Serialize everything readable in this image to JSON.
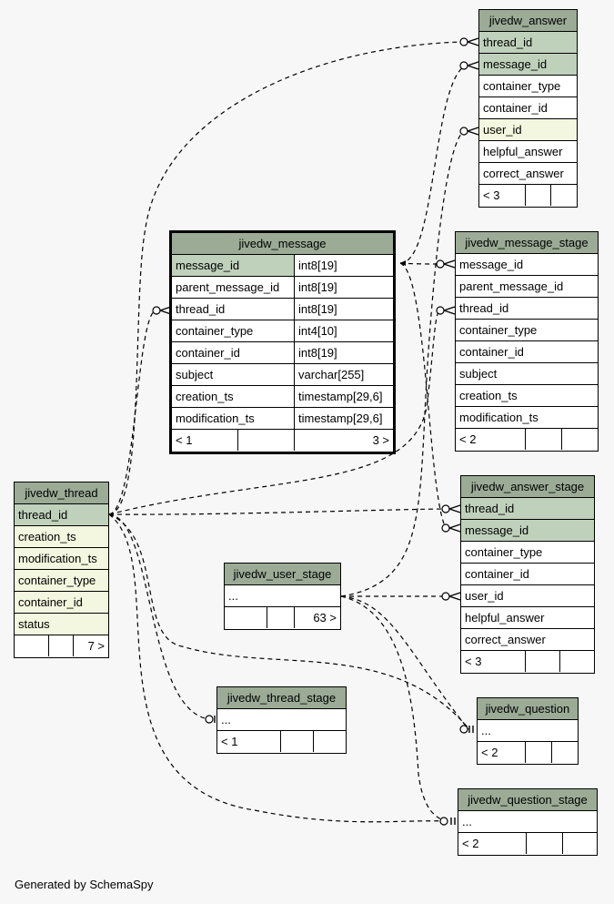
{
  "footer": {
    "generated_by": "Generated by SchemaSpy"
  },
  "tables": {
    "jivedw_answer": {
      "name": "jivedw_answer",
      "columns": [
        "thread_id",
        "message_id",
        "container_type",
        "container_id",
        "user_id",
        "helpful_answer",
        "correct_answer"
      ],
      "parents": "< 3"
    },
    "jivedw_message": {
      "name": "jivedw_message",
      "columns": [
        {
          "name": "message_id",
          "type": "int8[19]"
        },
        {
          "name": "parent_message_id",
          "type": "int8[19]"
        },
        {
          "name": "thread_id",
          "type": "int8[19]"
        },
        {
          "name": "container_type",
          "type": "int4[10]"
        },
        {
          "name": "container_id",
          "type": "int8[19]"
        },
        {
          "name": "subject",
          "type": "varchar[255]"
        },
        {
          "name": "creation_ts",
          "type": "timestamp[29,6]"
        },
        {
          "name": "modification_ts",
          "type": "timestamp[29,6]"
        }
      ],
      "parents": "< 1",
      "children": "3 >"
    },
    "jivedw_message_stage": {
      "name": "jivedw_message_stage",
      "columns": [
        "message_id",
        "parent_message_id",
        "thread_id",
        "container_type",
        "container_id",
        "subject",
        "creation_ts",
        "modification_ts"
      ],
      "parents": "< 2"
    },
    "jivedw_thread": {
      "name": "jivedw_thread",
      "columns": [
        "thread_id",
        "creation_ts",
        "modification_ts",
        "container_type",
        "container_id",
        "status"
      ],
      "children": "7 >"
    },
    "jivedw_answer_stage": {
      "name": "jivedw_answer_stage",
      "columns": [
        "thread_id",
        "message_id",
        "container_type",
        "container_id",
        "user_id",
        "helpful_answer",
        "correct_answer"
      ],
      "parents": "< 3"
    },
    "jivedw_user_stage": {
      "name": "jivedw_user_stage",
      "columns": [
        "..."
      ],
      "children": "63 >"
    },
    "jivedw_thread_stage": {
      "name": "jivedw_thread_stage",
      "columns": [
        "..."
      ],
      "parents": "< 1"
    },
    "jivedw_question": {
      "name": "jivedw_question",
      "columns": [
        "..."
      ],
      "parents": "< 2"
    },
    "jivedw_question_stage": {
      "name": "jivedw_question_stage",
      "columns": [
        "..."
      ],
      "parents": "< 2"
    }
  }
}
